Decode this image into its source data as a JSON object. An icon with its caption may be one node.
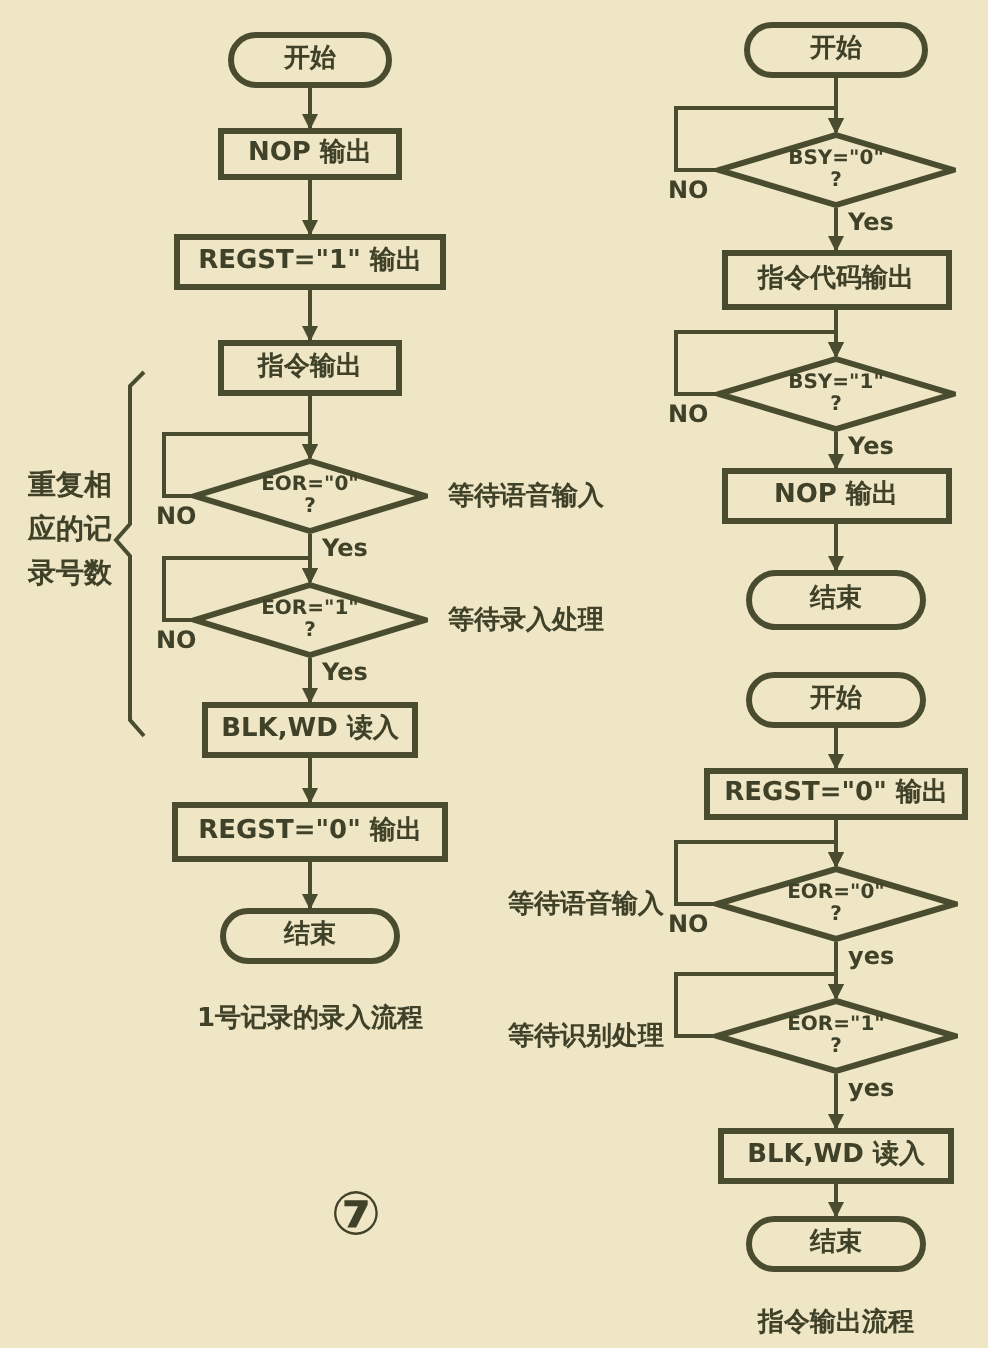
{
  "diagram": {
    "nodes": [
      {
        "text": [
          "开始"
        ]
      },
      {
        "text": [
          "NOP 输出"
        ]
      },
      {
        "text": [
          "REGST=\"1\" 输出"
        ]
      },
      {
        "text": [
          "指令输出"
        ]
      },
      {
        "text": [
          "EOR=\"0\" ?"
        ],
        "beside": [
          "等待语音输入"
        ]
      },
      {
        "text": [
          "EOR=\"1\" ?"
        ],
        "beside": [
          "等待录入处理"
        ]
      },
      {
        "text": [
          "BLK,WD 读入"
        ]
      },
      {
        "text": [
          "REGST=\"0\" 输出"
        ]
      },
      {
        "text": [
          "结束"
        ]
      },
      {
        "text": [
          "开始"
        ]
      },
      {
        "text": [
          "BSY=\"0\" ?"
        ]
      },
      {
        "text": [
          "指令代码输出"
        ]
      },
      {
        "text": [
          "BSY=\"1\" ?"
        ]
      },
      {
        "text": [
          "NOP 输出"
        ]
      },
      {
        "text": [
          "结束"
        ]
      },
      {
        "text": [
          "开始"
        ]
      },
      {
        "text": [
          "REGST=\"0\" 输出"
        ]
      },
      {
        "text": [
          "EOR=\"0\" ?"
        ],
        "beside": [
          "等待语音输入"
        ]
      },
      {
        "text": [
          "EOR=\"1\" ?"
        ],
        "beside": [
          "等待识别处理"
        ]
      },
      {
        "text": [
          "BLK,WD 读入"
        ]
      },
      {
        "text": [
          "结束"
        ]
      }
    ],
    "edges": [
      {
        "from": 0,
        "to": 1,
        "arrow": "to"
      },
      {
        "from": 1,
        "to": 2,
        "arrow": "to"
      },
      {
        "from": 2,
        "to": 3,
        "arrow": "to"
      },
      {
        "from": 3,
        "to": 4,
        "arrow": "to"
      },
      {
        "from": 4,
        "to": 4,
        "arrow": "to",
        "label": "NO"
      },
      {
        "from": 4,
        "to": 5,
        "arrow": "to",
        "label": "Yes"
      },
      {
        "from": 5,
        "to": 5,
        "arrow": "to",
        "label": "NO"
      },
      {
        "from": 5,
        "to": 6,
        "arrow": "to",
        "label": "Yes"
      },
      {
        "from": 6,
        "to": 7,
        "arrow": "to"
      },
      {
        "from": 7,
        "to": 8,
        "arrow": "to"
      },
      {
        "from": 9,
        "to": 10,
        "arrow": "to"
      },
      {
        "from": 10,
        "to": 10,
        "arrow": "to",
        "label": "NO"
      },
      {
        "from": 10,
        "to": 11,
        "arrow": "to",
        "label": "Yes"
      },
      {
        "from": 11,
        "to": 12,
        "arrow": "to"
      },
      {
        "from": 12,
        "to": 12,
        "arrow": "to",
        "label": "NO"
      },
      {
        "from": 12,
        "to": 13,
        "arrow": "to",
        "label": "Yes"
      },
      {
        "from": 13,
        "to": 14,
        "arrow": "to"
      },
      {
        "from": 15,
        "to": 16,
        "arrow": "to"
      },
      {
        "from": 16,
        "to": 17,
        "arrow": "to"
      },
      {
        "from": 17,
        "to": 17,
        "arrow": "to",
        "label": "NO"
      },
      {
        "from": 17,
        "to": 18,
        "arrow": "to",
        "label": "yes"
      },
      {
        "from": 18,
        "to": 18,
        "arrow": "to"
      },
      {
        "from": 18,
        "to": 19,
        "arrow": "to",
        "label": "yes"
      },
      {
        "from": 19,
        "to": 20,
        "arrow": "to"
      }
    ],
    "labels": [
      "重复相应的记录号数",
      "1号记录的录入流程",
      "⑦",
      "指令输出流程"
    ]
  }
}
